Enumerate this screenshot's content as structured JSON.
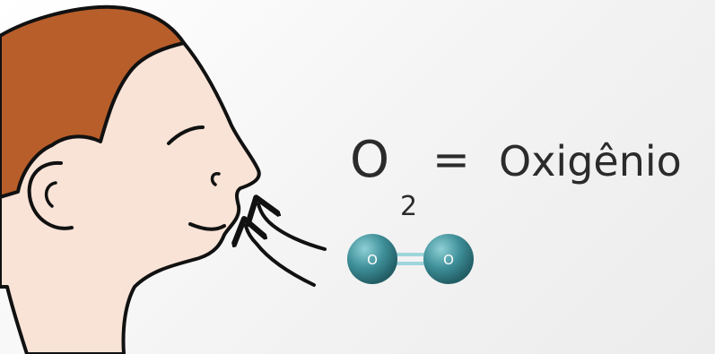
{
  "formula": {
    "element_symbol": "O",
    "subscript": "2",
    "equals": "=",
    "name": "Oxigênio"
  },
  "molecule": {
    "atom_left": "O",
    "atom_right": "O",
    "bond": "double",
    "atom_color": "#3e8f98",
    "bond_color": "#9fd6dc"
  },
  "illustration": {
    "skin_color": "#f9e3d6",
    "hair_color": "#b85e2a",
    "outline_color": "#111111",
    "arrow_count": 2
  }
}
